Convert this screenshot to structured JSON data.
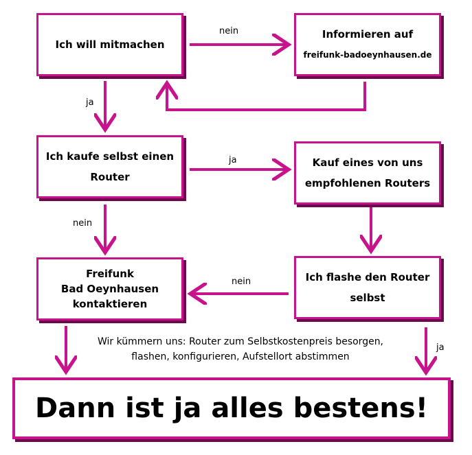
{
  "colors": {
    "accent": "#c8148c",
    "shadow": "#6a0a4a"
  },
  "boxes": {
    "mitmachen": {
      "lines": [
        "Ich will mitmachen"
      ]
    },
    "informieren": {
      "line1": "Informieren auf",
      "line2": "freifunk-badoeynhausen.de"
    },
    "kaufe_selbst": {
      "line1": "Ich kaufe selbst einen",
      "line2": "Router"
    },
    "kauf_empfohlen": {
      "line1": "Kauf eines von uns",
      "line2": "empfohlenen Routers"
    },
    "kontaktieren": {
      "line1": "Freifunk",
      "line2": "Bad Oeynhausen",
      "line3": "kontaktieren"
    },
    "flashe": {
      "line1": "Ich flashe den Router",
      "line2": "selbst"
    },
    "final": {
      "text": "Dann ist ja alles bestens!"
    }
  },
  "labels": {
    "nein_top": "nein",
    "ja_left_top": "ja",
    "ja_middle": "ja",
    "nein_left_middle": "nein",
    "nein_bottom": "nein",
    "ja_right_bottom": "ja"
  },
  "note": {
    "line1": "Wir kümmern uns: Router zum Selbstkostenpreis besorgen,",
    "line2": "flashen, konfigurieren, Aufstellort abstimmen"
  }
}
